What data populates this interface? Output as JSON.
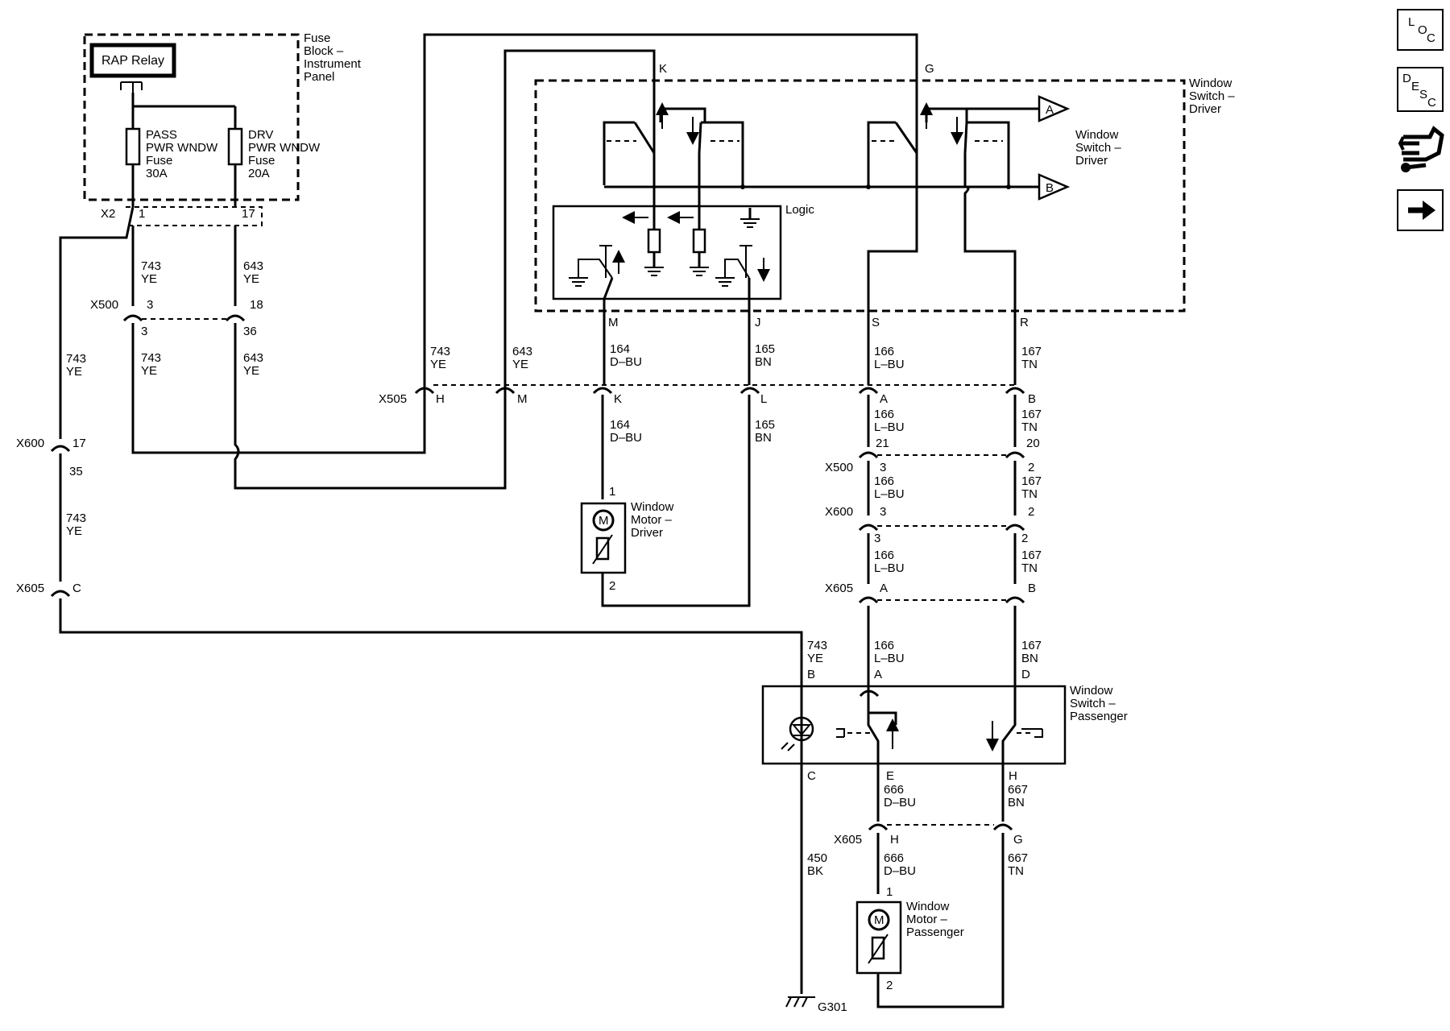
{
  "components": {
    "fuse_block_title": [
      "Fuse",
      "Block –",
      "Instrument",
      "Panel"
    ],
    "rap_relay": "RAP Relay",
    "pass_fuse": [
      "PASS",
      "PWR WNDW",
      "Fuse",
      "30A"
    ],
    "drv_fuse": [
      "DRV",
      "PWR WNDW",
      "Fuse",
      "20A"
    ],
    "x2": "X2",
    "logic": "Logic",
    "window_switch_driver_box": [
      "Window",
      "Switch –",
      "Driver"
    ],
    "window_switch_driver_arrows": [
      "Window",
      "Switch –",
      "Driver"
    ],
    "arrow_a": "A",
    "arrow_b": "B",
    "window_motor_driver": [
      "Window",
      "Motor –",
      "Driver"
    ],
    "window_switch_passenger": [
      "Window",
      "Switch –",
      "Passenger"
    ],
    "window_motor_passenger": [
      "Window",
      "Motor –",
      "Passenger"
    ],
    "motor_symbol": "M",
    "ground": "G301"
  },
  "connectors": {
    "x500": "X500",
    "x505": "X505",
    "x600": "X600",
    "x605": "X605"
  },
  "pins": {
    "p1": "1",
    "p17": "17",
    "p3": "3",
    "p18": "18",
    "p36": "36",
    "k": "K",
    "g": "G",
    "m": "M",
    "j": "J",
    "s": "S",
    "r": "R",
    "h": "H",
    "a": "A",
    "b": "B",
    "l": "L",
    "c": "C",
    "d": "D",
    "e": "E",
    "p21": "21",
    "p20": "20",
    "p2": "2",
    "p35": "35"
  },
  "wires": {
    "w743": "743",
    "w643": "643",
    "w164": "164",
    "w165": "165",
    "w166": "166",
    "w167": "167",
    "w666": "666",
    "w667": "667",
    "w450": "450",
    "ye": "YE",
    "dbu": "D–BU",
    "bn": "BN",
    "lbu": "L–BU",
    "tn": "TN",
    "bk": "BK"
  },
  "nav": {
    "loc_icon": "LOC",
    "loc_letters": [
      "L",
      "O",
      "C"
    ],
    "desc_icon": "DESC",
    "desc_letters": [
      "D",
      "E",
      "S",
      "C"
    ],
    "connector_icon": "connector",
    "next_icon": "next"
  }
}
